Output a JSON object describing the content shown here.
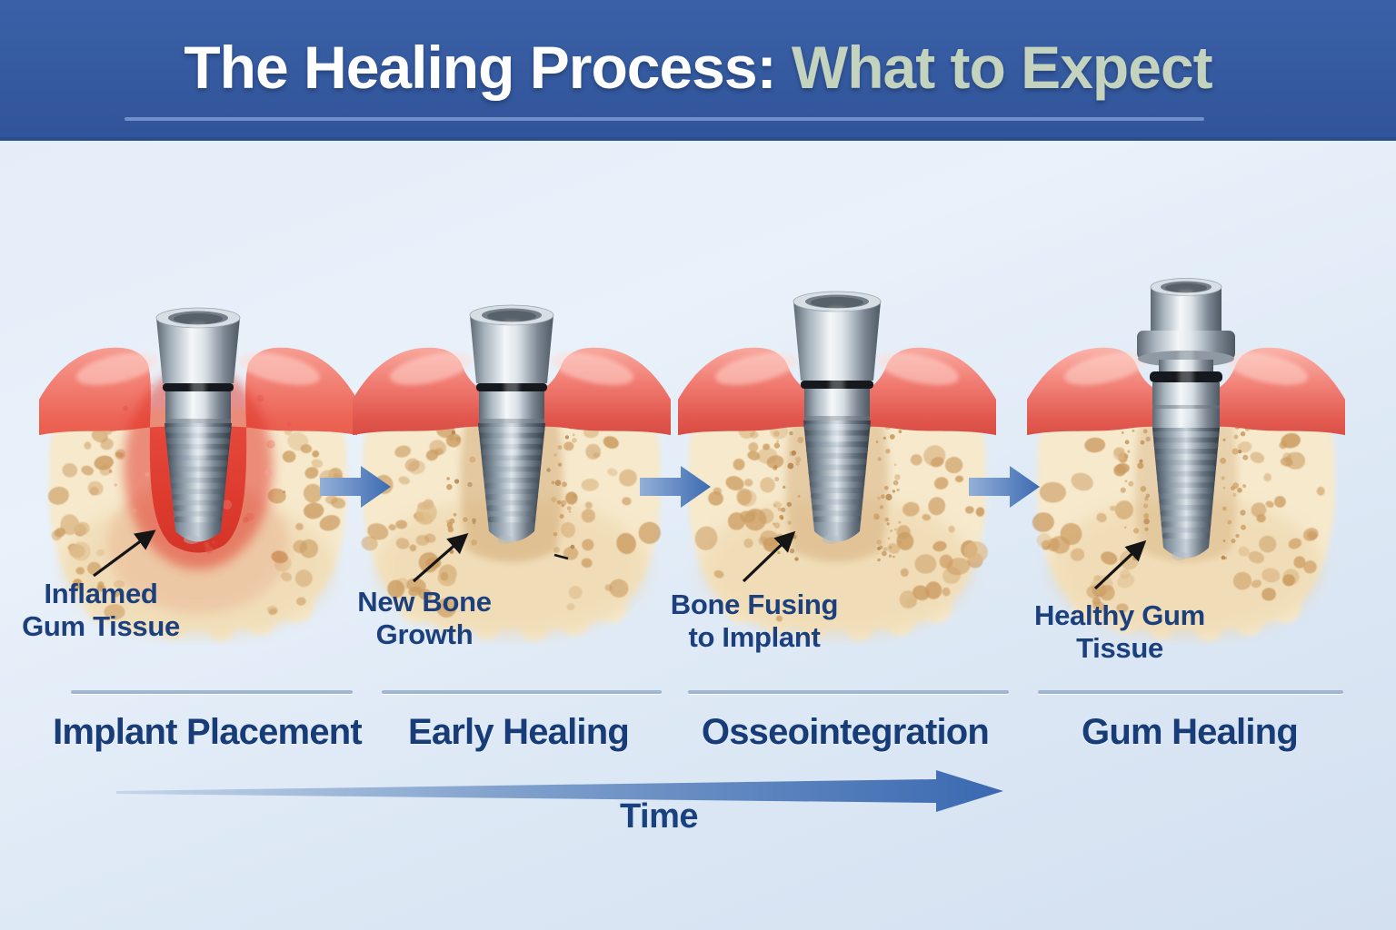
{
  "title": {
    "main": "The Healing Process:",
    "accent": " What to Expect"
  },
  "timeline": {
    "label": "Time"
  },
  "stages": [
    {
      "label": "Implant Placement",
      "annotation_line1": "Inflamed",
      "annotation_line2": "Gum Tissue",
      "gum_state": "inflamed",
      "implant_top": "standard-abutment",
      "bone_state": "open-socket"
    },
    {
      "label": "Early Healing",
      "annotation_line1": "New Bone",
      "annotation_line2": "Growth",
      "gum_state": "healing",
      "implant_top": "standard-abutment",
      "bone_state": "new-bone-forming"
    },
    {
      "label": "Osseointegration",
      "annotation_line1": "Bone Fusing",
      "annotation_line2": "to Implant",
      "gum_state": "healing",
      "implant_top": "tall-abutment",
      "bone_state": "bone-fusing"
    },
    {
      "label": "Gum Healing",
      "annotation_line1": "Healthy Gum",
      "annotation_line2": "Tissue",
      "gum_state": "healthy",
      "implant_top": "healing-cap",
      "bone_state": "integrated"
    }
  ],
  "colors": {
    "banner_blue": "#34589D",
    "title_accent_green": "#C4D3BE",
    "label_navy": "#173C78",
    "annotation_navy": "#1C3F7D",
    "flow_arrow_blue": "#3C6BB1",
    "time_arrow_blue": "#3A69B1",
    "divider_blue_gray": "#A2B5CF",
    "gum_pink": "#F28379",
    "gum_inflamed_red": "#DB4437",
    "bone_cream": "#F6E9CC",
    "bone_hole_tan": "#CC9D63",
    "implant_metal_light": "#F3F6F8",
    "implant_thread_dark": "#39434E",
    "background_light_blue": "#E3ECF8"
  }
}
